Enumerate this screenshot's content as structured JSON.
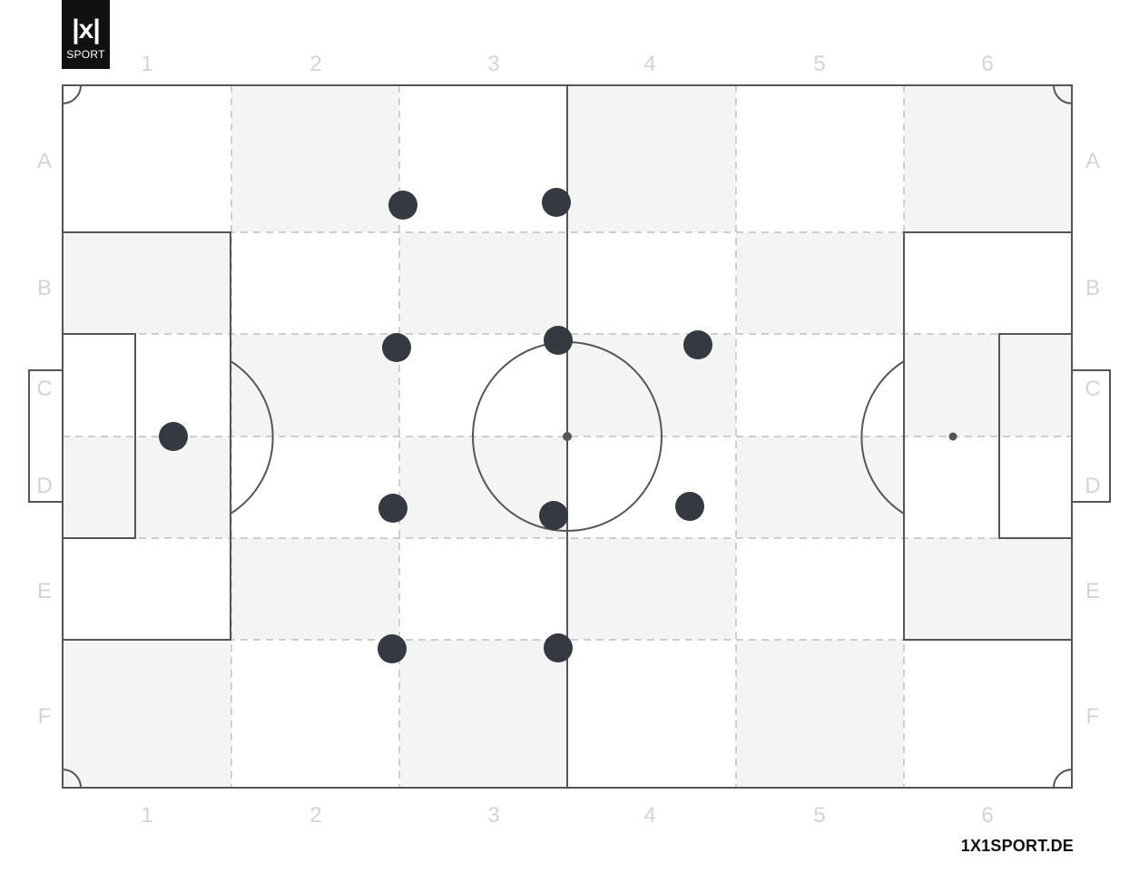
{
  "brand": {
    "logo_mark": "|x|",
    "logo_word": "SPORT",
    "website": "1X1SPORT.DE"
  },
  "grid": {
    "columns": [
      "1",
      "2",
      "3",
      "4",
      "5",
      "6"
    ],
    "rows": [
      "A",
      "B",
      "C",
      "D",
      "E",
      "F"
    ]
  },
  "colors": {
    "pitch_line": "#555555",
    "shade": "#f4f4f4",
    "grid_dash": "#b5b5b5",
    "label": "#d4d4d4",
    "player": "#353a42"
  },
  "players": [
    {
      "id": "goalkeeper",
      "zone": "1 C/D"
    },
    {
      "id": "player-2",
      "zone": "2/3 A/B"
    },
    {
      "id": "player-3",
      "zone": "2/3 C"
    },
    {
      "id": "player-4",
      "zone": "2/3 D"
    },
    {
      "id": "player-5",
      "zone": "2/3 E/F"
    },
    {
      "id": "player-6",
      "zone": "3/4 A/B"
    },
    {
      "id": "player-7",
      "zone": "3/4 C"
    },
    {
      "id": "player-8",
      "zone": "3/4 D"
    },
    {
      "id": "player-9",
      "zone": "3/4 E/F"
    },
    {
      "id": "player-10",
      "zone": "4 C"
    },
    {
      "id": "player-11",
      "zone": "4 D"
    }
  ]
}
